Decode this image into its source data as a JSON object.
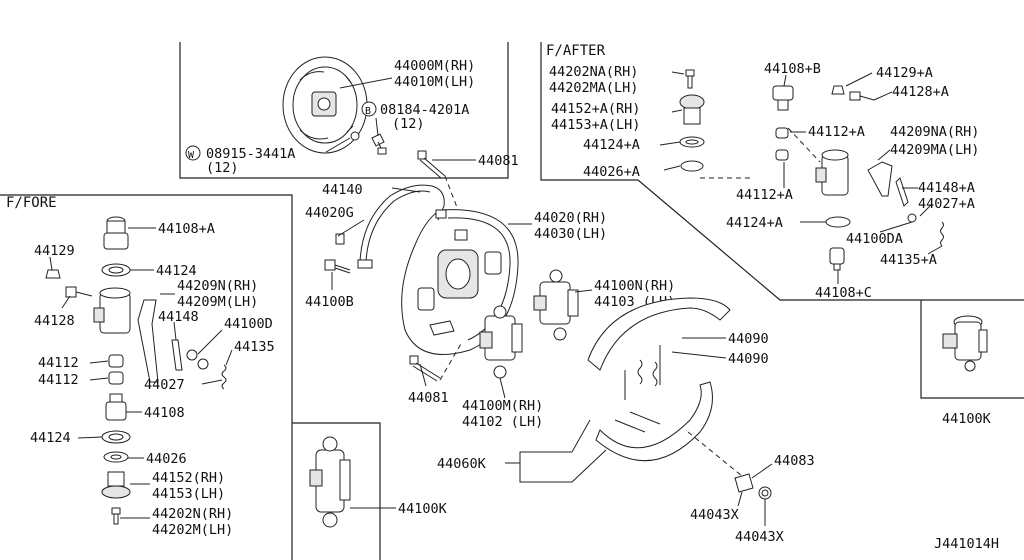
{
  "sections": {
    "fore": "F/FORE",
    "after": "F/AFTER"
  },
  "diagram_code": "J441014H",
  "labels": {
    "p44000M": "44000M(RH)",
    "p44010M": "44010M(LH)",
    "p08184": "08184-4201A",
    "p08184q": "(12)",
    "p08915": "08915-3441A",
    "p08915q": "(12)",
    "p44081a": "44081",
    "p44140": "44140",
    "p44020G": "44020G",
    "p44020": "44020(RH)",
    "p44030": "44030(LH)",
    "p44100B": "44100B",
    "p44100N": "44100N(RH)",
    "p44103": "44103 (LH)",
    "p44081b": "44081",
    "p44100M": "44100M(RH)",
    "p44102": "44102 (LH)",
    "p44090a": "44090",
    "p44090b": "44090",
    "p44060K": "44060K",
    "p44083": "44083",
    "p44043Xa": "44043X",
    "p44043Xb": "44043X",
    "p44100Kc": "44100K",
    "p44100Kr": "44100K",
    "f44108A": "44108+A",
    "f44129": "44129",
    "f44124": "44124",
    "f44209N": "44209N(RH)",
    "f44209M": "44209M(LH)",
    "f44128": "44128",
    "f44148": "44148",
    "f44100D": "44100D",
    "f44135": "44135",
    "f44112a": "44112",
    "f44112b": "44112",
    "f44027": "44027",
    "f44108": "44108",
    "f44124b": "44124",
    "f44026": "44026",
    "f44152": "44152(RH)",
    "f44153": "44153(LH)",
    "f44202N": "44202N(RH)",
    "f44202M": "44202M(LH)",
    "a44202NA": "44202NA(RH)",
    "a44202MA": "44202MA(LH)",
    "a44152A": "44152+A(RH)",
    "a44153A": "44153+A(LH)",
    "a44124A": "44124+A",
    "a44026A": "44026+A",
    "a44108B": "44108+B",
    "a44129A": "44129+A",
    "a44128A": "44128+A",
    "a44112Aa": "44112+A",
    "a44209NA": "44209NA(RH)",
    "a44209MA": "44209MA(LH)",
    "a44112Ab": "44112+A",
    "a44148A": "44148+A",
    "a44027A": "44027+A",
    "a44124Ab": "44124+A",
    "a44100DA": "44100DA",
    "a44135A": "44135+A",
    "a44108C": "44108+C"
  }
}
